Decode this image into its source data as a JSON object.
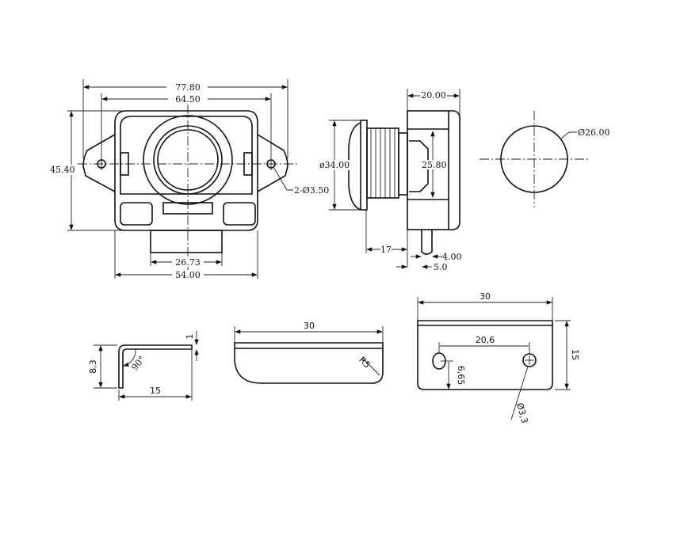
{
  "front_view": {
    "overall_width": "77.80",
    "hole_spacing": "64.50",
    "height": "45.40",
    "holes": "2-Ø3.50",
    "lower_block_width": "26.73",
    "body_width": "54.00"
  },
  "side_view": {
    "depth": "20.00",
    "button_diameter": "ø34.00",
    "inner_height": "25.80",
    "flange_offset": "17",
    "pin_diameter": "4.00",
    "pin_offset": "5.0"
  },
  "cutout_view": {
    "diameter": "Ø26.00"
  },
  "angle_bracket": {
    "height": "8,3",
    "width": "15",
    "thickness": "1",
    "angle": "90°"
  },
  "plate_side": {
    "length": "30",
    "radius": "R5"
  },
  "plate_front": {
    "length": "30",
    "height": "15",
    "hole_spacing": "20,6",
    "hole_height": "6,65",
    "hole_diameter": "Ø3,3"
  }
}
